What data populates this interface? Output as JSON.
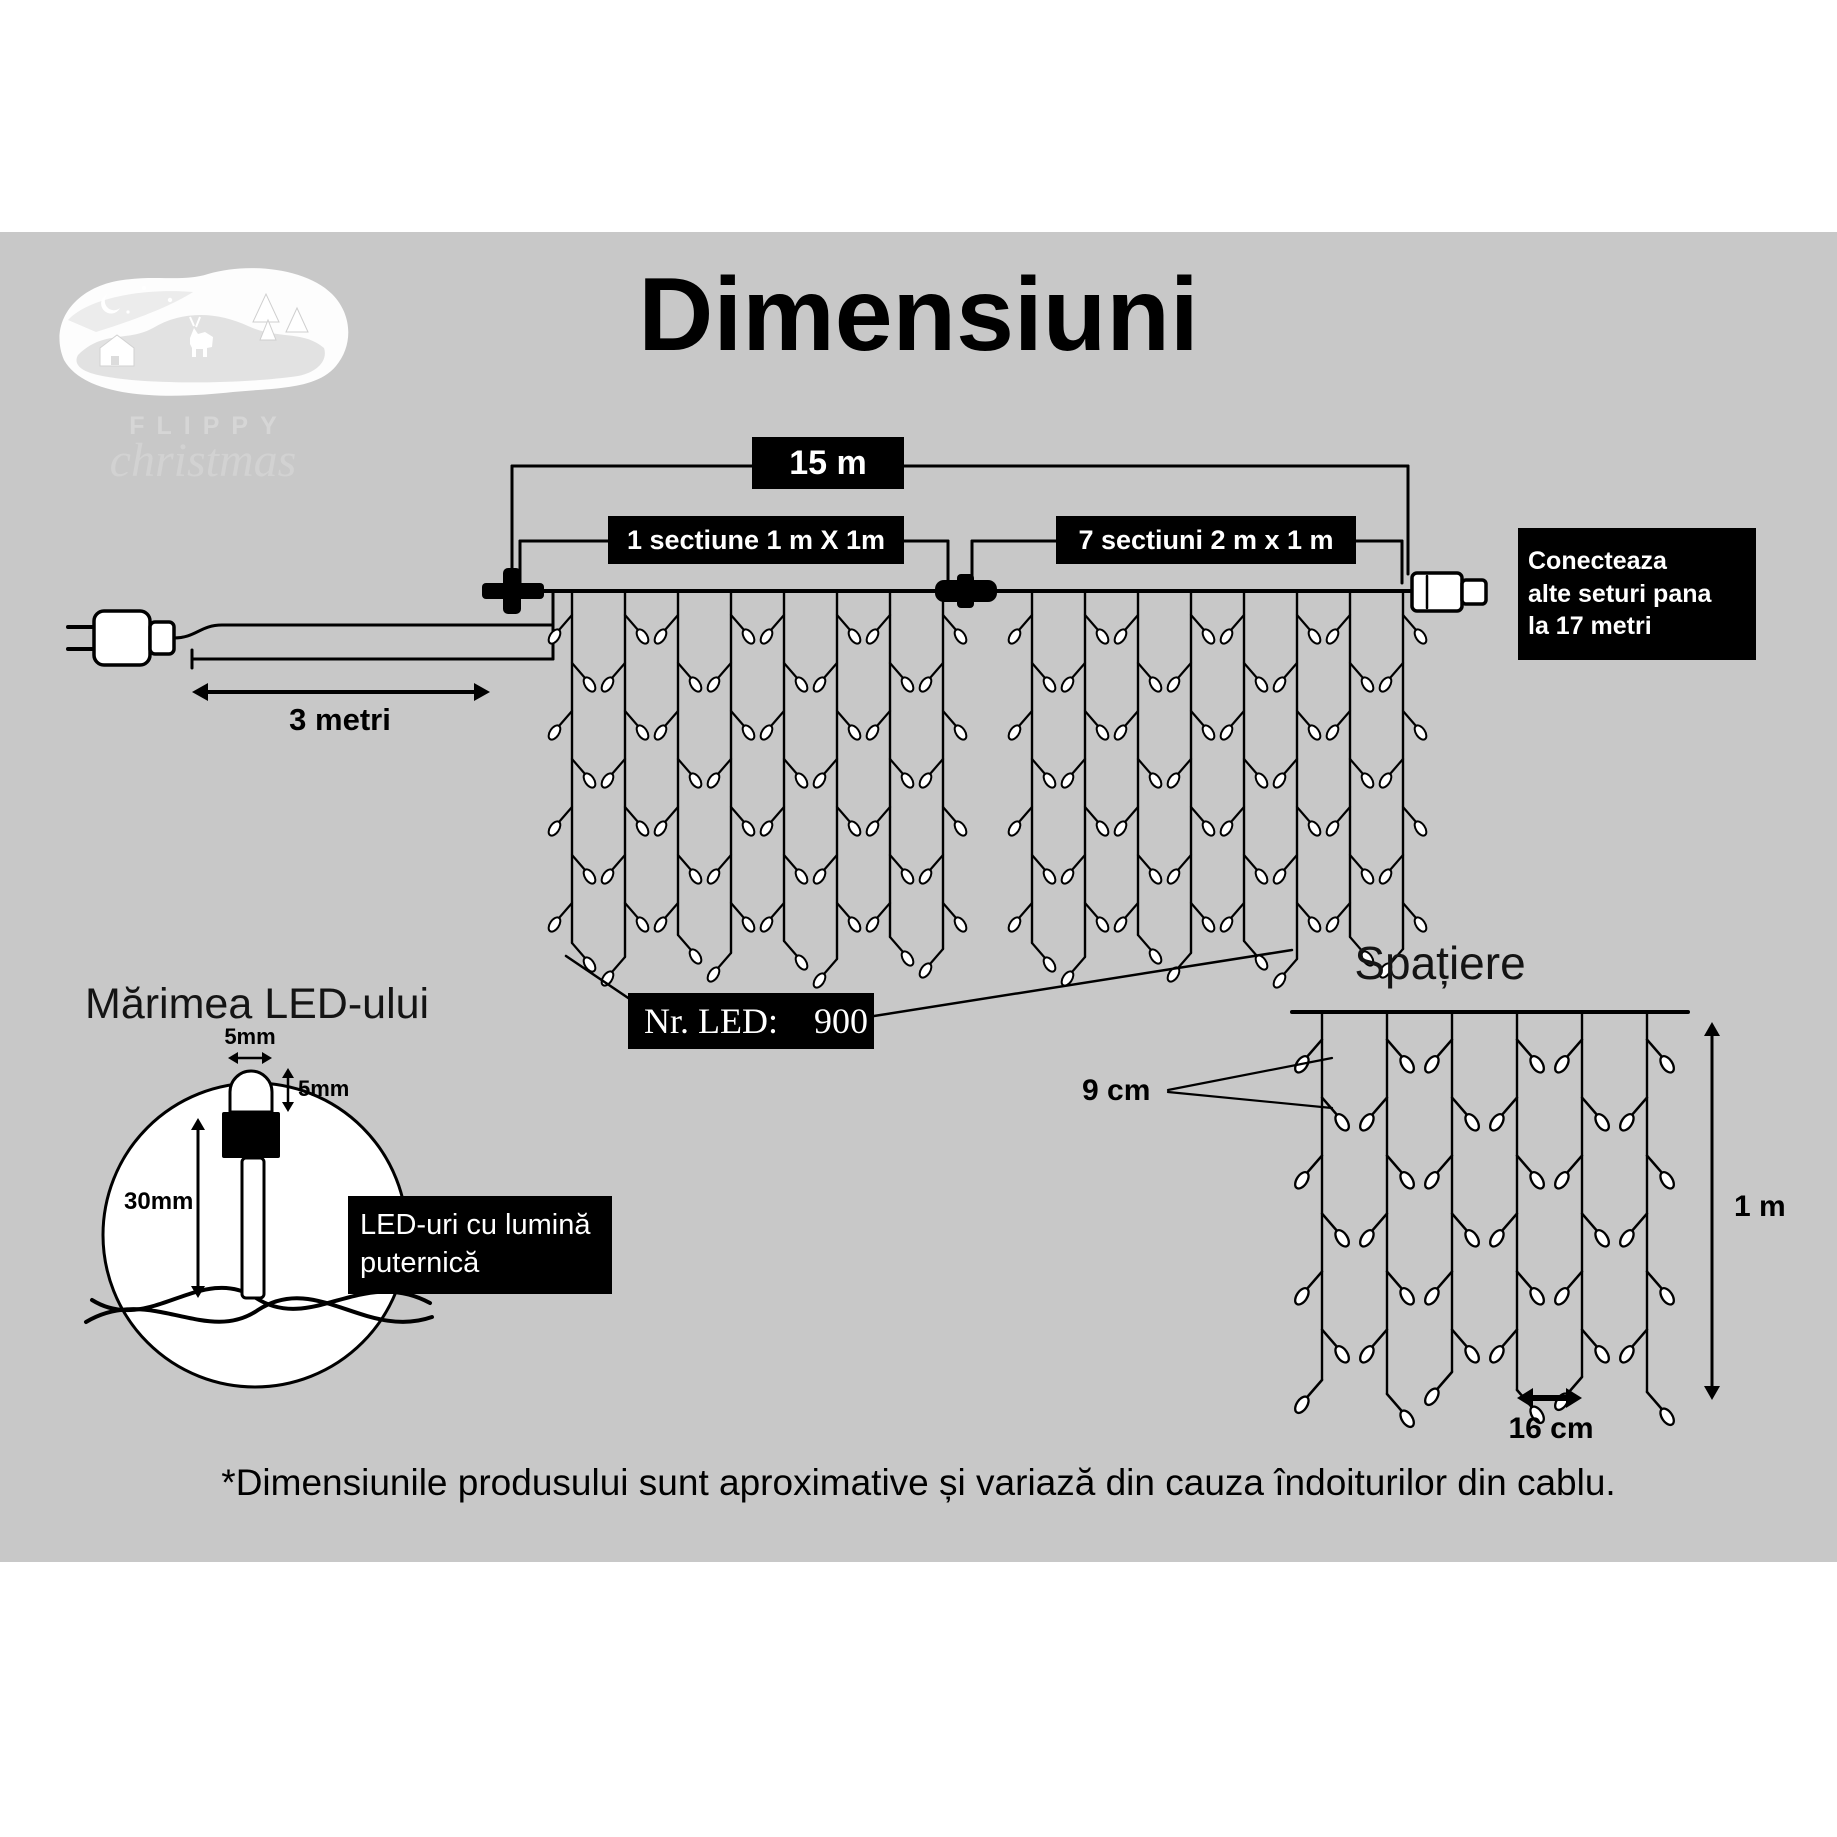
{
  "title": "Dimensiuni",
  "logo": {
    "name": "FLIPPY",
    "script": "christmas"
  },
  "diagram": {
    "total_length": "15 m",
    "section_left": "1 sectiune 1 m X 1m",
    "section_right": "7 sectiuni 2 m x 1 m",
    "connect_note": "Conecteaza\nalte seturi pana\nla 17 metri",
    "lead_length": "3 metri",
    "led_count_label": "Nr. LED:",
    "led_count_value": "900"
  },
  "led_size": {
    "heading": "Mărimea LED-ului",
    "bulb_width": "5mm",
    "bulb_height": "5mm",
    "body_length": "30mm",
    "note": "LED-uri cu lumină\nputernică"
  },
  "spacing": {
    "heading": "Spațiere",
    "led_gap": "9 cm",
    "curtain_height": "1 m",
    "string_gap": "16 cm"
  },
  "footnote": "*Dimensiunile produsului sunt aproximative și variază din cauza îndoiturilor din cablu.",
  "colors": {
    "background_panel": "#c8c8c8",
    "label_bg": "#000000",
    "label_text": "#ffffff",
    "line": "#000000"
  }
}
